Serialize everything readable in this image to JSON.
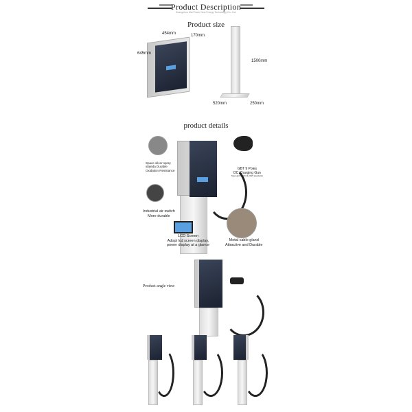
{
  "header": {
    "title": "Product Description",
    "company": "Guangzhou Mai Power New Energy Technology Co., Ltd."
  },
  "size": {
    "heading": "Product size",
    "width": "454mm",
    "depth": "170mm",
    "height": "645mm",
    "post_height": "1500mm",
    "base_width": "520mm",
    "base_depth": "250mm"
  },
  "details": {
    "heading": "product details",
    "coating": {
      "line1": "Space silver spray",
      "line2": "stateda Durable",
      "line3": "Oxidation Resistance"
    },
    "gun": {
      "line1": "GBT 9 Poles",
      "line2": "DC Charging Gun",
      "line3": "Meet gb/t 20234.3-2015 standards"
    },
    "switch": {
      "line1": "Industrial air switch",
      "line2": "More durable"
    },
    "lcd": {
      "line1": "LCD Screen",
      "line2": "Adopt lcd screen display,",
      "line3": "power display at a glance"
    },
    "gland": {
      "line1": "Metal cable gland",
      "line2": "Attractive and Durable"
    }
  },
  "angle": {
    "heading": "Product angle view"
  }
}
